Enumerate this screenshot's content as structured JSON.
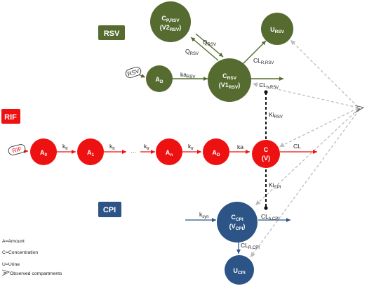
{
  "colors": {
    "rsv": "#556b2f",
    "rif": "#ee1111",
    "cpi": "#2d5486",
    "dashed_gray": "#c0c0c0",
    "text": "#1a1a1a"
  },
  "badges": {
    "rsv": "RSV",
    "rif": "RIF",
    "cpi": "CPI"
  },
  "rsv_nodes": {
    "cp_main": "C",
    "cp_sub": "P,RSV",
    "cp_line2_main": "(V2",
    "cp_line2_sub": "RSV",
    "cp_line2_end": ")",
    "u_main": "U",
    "u_sub": "RSV",
    "ad_main": "A",
    "ad_sub": "D",
    "c_main": "C",
    "c_sub": "RSV",
    "c_line2_main": "(V1",
    "c_line2_sub": "RSV",
    "c_line2_end": ")"
  },
  "rsv_labels": {
    "q_up_main": "Q",
    "q_up_sub": "RSV",
    "q_down_main": "Q",
    "q_down_sub": "RSV",
    "ka_main": "ka",
    "ka_sub": "RSV",
    "clr_main": "CL",
    "clr_sub": "R,RSV",
    "clh_main": "CL",
    "clh_sub": "h,RSV",
    "dose": "RSV"
  },
  "rif_nodes": {
    "a0_main": "A",
    "a0_sub": "0",
    "a1_main": "A",
    "a1_sub": "1",
    "an_main": "A",
    "an_sub": "n",
    "ad_main": "A",
    "ad_sub": "D",
    "c_main": "C",
    "c_line2": "(V)",
    "dose": "RIF"
  },
  "rif_labels": {
    "ktr1_main": "k",
    "ktr1_sub": "tr",
    "ktr2_main": "k",
    "ktr2_sub": "tr",
    "ktr3_main": "k",
    "ktr3_sub": "tr",
    "ktr4_main": "k",
    "ktr4_sub": "tr",
    "ka": "ka",
    "cl": "CL",
    "ellipsis": "···"
  },
  "inhibition": {
    "ki_rsv_main": "Ki",
    "ki_rsv_sub": "RSV",
    "ki_cpi_main": "Ki",
    "ki_cpi_sub": "CPI"
  },
  "cpi_nodes": {
    "c_main": "C",
    "c_sub": "CPI",
    "c_line2_main": "(V",
    "c_line2_sub": "CPI",
    "c_line2_end": ")",
    "u_main": "U",
    "u_sub": "CPI"
  },
  "cpi_labels": {
    "ksyn_main": "k",
    "ksyn_sub": "syn",
    "clh_main": "CL",
    "clh_sub": "h,CPI",
    "clr_main": "CL",
    "clr_sub": "R,CPI"
  },
  "legend": {
    "amount": "A=Amount",
    "concentration": "C=Concentration",
    "urine": "U=Urine",
    "observed": "Observed compartments"
  }
}
